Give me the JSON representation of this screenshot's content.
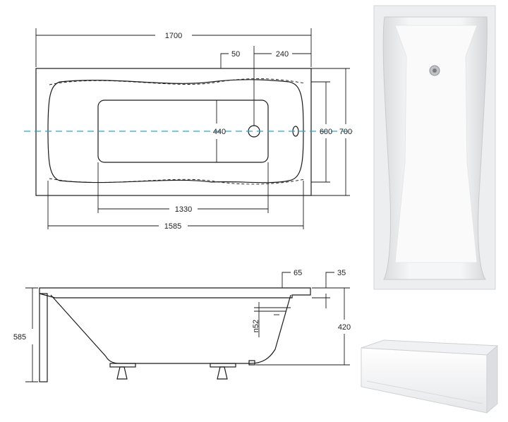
{
  "top_view": {
    "overall_length": "1700",
    "overflow_offset": "50",
    "drain_offset": "240",
    "inner_width": "440",
    "inner_depth": "600",
    "overall_width": "700",
    "bottom_length": "1330",
    "inner_length": "1585"
  },
  "side_view": {
    "rim_overhang": "65",
    "rim_thickness": "35",
    "drain_size": "n52",
    "bathtub_height": "420",
    "total_height": "585"
  },
  "colors": {
    "centerline": "#2aa6d6",
    "lines": "#1a1a1a"
  }
}
